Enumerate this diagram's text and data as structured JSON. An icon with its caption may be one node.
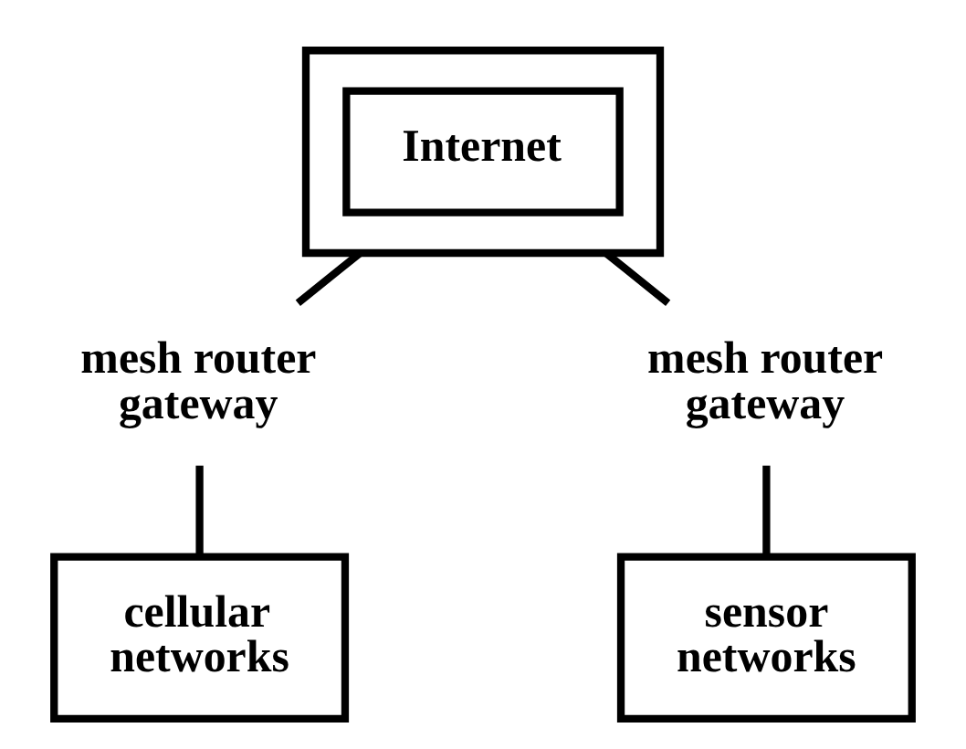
{
  "diagram": {
    "nodes": [
      {
        "text": [],
        "shape": "box"
      },
      {
        "text": [
          "Internet"
        ],
        "in": 0
      },
      {
        "text": [
          "mesh router gateway"
        ]
      },
      {
        "text": [
          "mesh router gateway"
        ]
      },
      {
        "text": [
          "cellular networks"
        ]
      },
      {
        "text": [
          "sensor networks"
        ]
      }
    ],
    "edges": [
      {
        "from": 0,
        "to": 2,
        "arrow": "none"
      },
      {
        "from": 0,
        "to": 3,
        "arrow": "none"
      },
      {
        "from": 2,
        "to": 4,
        "arrow": "none"
      },
      {
        "from": 3,
        "to": 5,
        "arrow": "none"
      }
    ]
  }
}
